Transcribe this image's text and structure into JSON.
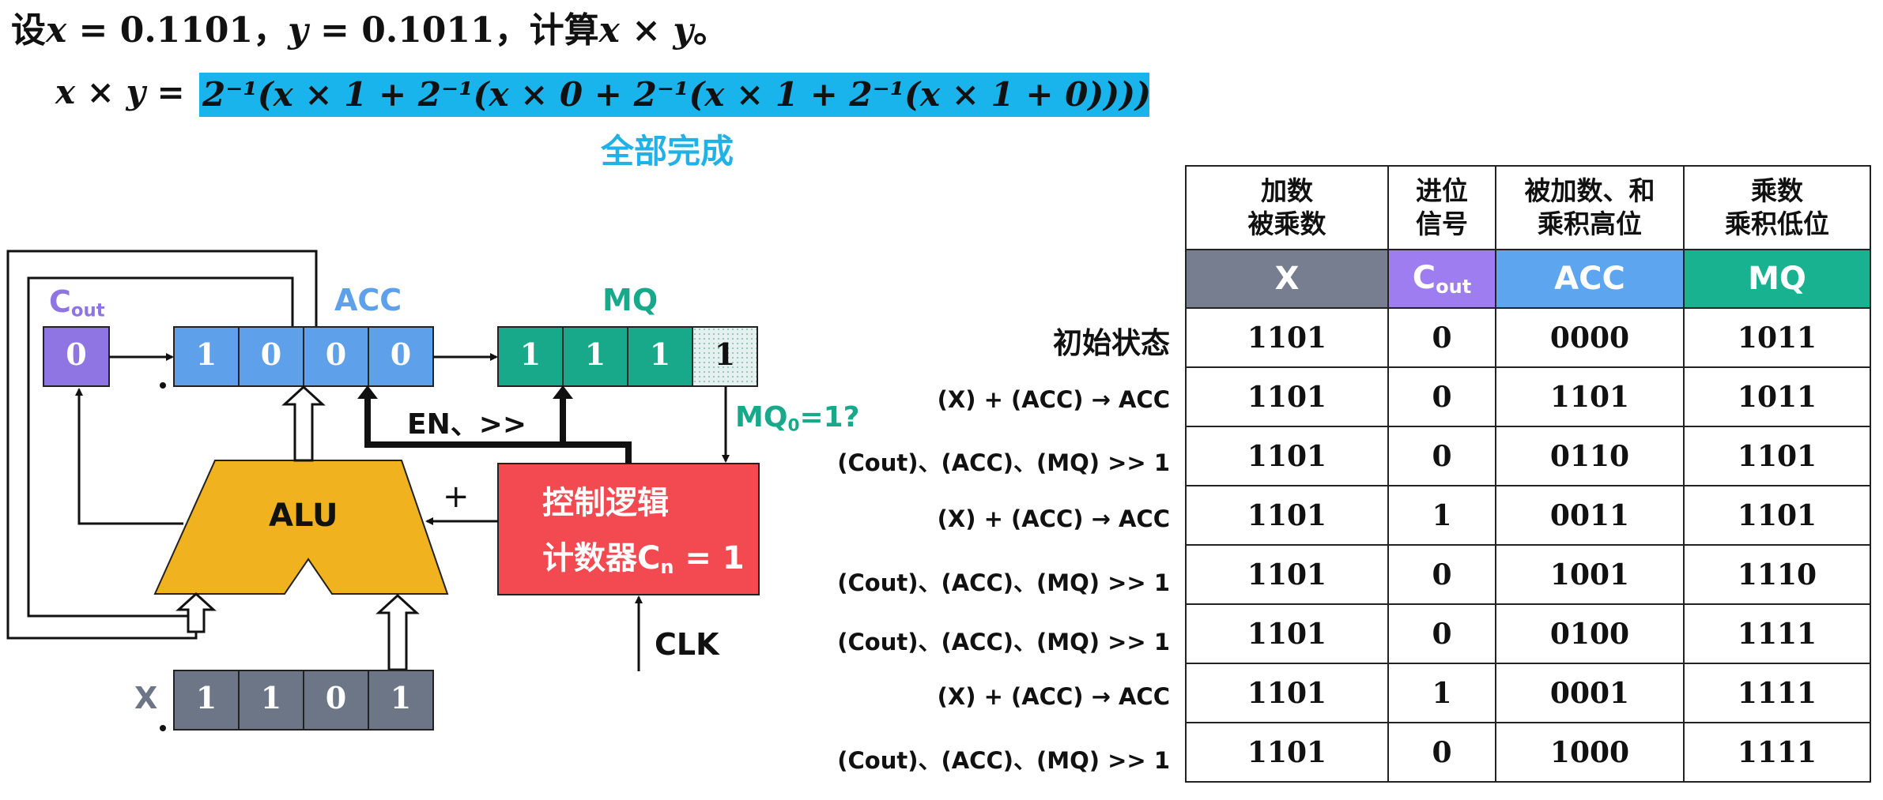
{
  "header": {
    "title_prefix": "设",
    "title_x": "x",
    "title_eq1": " = 0.1101，",
    "title_y": "y",
    "title_eq2": " = 0.1011，",
    "title_compute": "计算",
    "title_expr": "x × y",
    "title_end": "。"
  },
  "formula": {
    "lhs": "x × y  =",
    "rhs": "2⁻¹(x × 1 + 2⁻¹(x × 0 + 2⁻¹(x × 1 + 2⁻¹(x × 1 + 0))))",
    "status": "全部完成"
  },
  "diagram": {
    "cout_label": "C",
    "cout_sub": "out",
    "cout_value": "0",
    "acc_label": "ACC",
    "acc_bits": [
      "1",
      "0",
      "0",
      "0"
    ],
    "mq_label": "MQ",
    "mq_bits": [
      "1",
      "1",
      "1",
      "1"
    ],
    "x_label": "X",
    "x_bits": [
      "1",
      "1",
      "0",
      "1"
    ],
    "alu_label": "ALU",
    "plus_label": "+",
    "en_label": "EN、>>",
    "mq0_label": "MQ",
    "mq0_sub": "0",
    "mq0_rest": "=1?",
    "control_line1": "控制逻辑",
    "control_line2": "计数器C",
    "control_sub": "n",
    "control_rest": " = 1",
    "clk_label": "CLK",
    "colors": {
      "cout": "#8f74e3",
      "acc": "#5ea0ea",
      "mq": "#18a98a",
      "x": "#6d7687",
      "alu": "#f0b21f",
      "control": "#f24a50"
    }
  },
  "table": {
    "headers_top": [
      [
        "加数",
        "被乘数"
      ],
      [
        "进位",
        "信号"
      ],
      [
        "被加数、和",
        "乘积高位"
      ],
      [
        "乘数",
        "乘积低位"
      ]
    ],
    "headers_reg": [
      {
        "text": "X",
        "sub": "",
        "color": "#777e8f"
      },
      {
        "text": "C",
        "sub": "out",
        "color": "#9d7df0"
      },
      {
        "text": "ACC",
        "sub": "",
        "color": "#5ea5ef"
      },
      {
        "text": "MQ",
        "sub": "",
        "color": "#19b290"
      }
    ],
    "row_labels": [
      "初始状态",
      "(X) + (ACC) → ACC",
      "(Cout)、(ACC)、(MQ) >> 1",
      "(X) + (ACC) → ACC",
      "(Cout)、(ACC)、(MQ) >> 1",
      "(Cout)、(ACC)、(MQ) >> 1",
      "(X) + (ACC) → ACC",
      "(Cout)、(ACC)、(MQ) >> 1"
    ],
    "rows": [
      [
        "1101",
        "0",
        "0000",
        "1011"
      ],
      [
        "1101",
        "0",
        "1101",
        "1011"
      ],
      [
        "1101",
        "0",
        "0110",
        "1101"
      ],
      [
        "1101",
        "1",
        "0011",
        "1101"
      ],
      [
        "1101",
        "0",
        "1001",
        "1110"
      ],
      [
        "1101",
        "0",
        "0100",
        "1111"
      ],
      [
        "1101",
        "1",
        "0001",
        "1111"
      ],
      [
        "1101",
        "0",
        "1000",
        "1111"
      ]
    ]
  }
}
